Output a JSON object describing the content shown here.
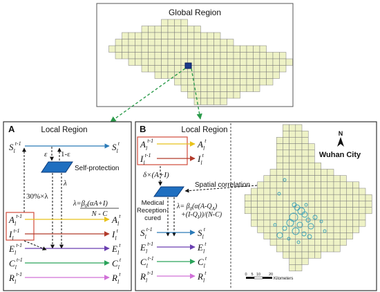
{
  "global": {
    "title": "Global Region"
  },
  "panel_a": {
    "letter": "A",
    "title": "Local Region",
    "s_left": "S",
    "s_right": "S",
    "eps": "ε",
    "one_minus_eps": "1-ε",
    "self_protection": "Self-protection",
    "lambda": "λ",
    "thirty": "30%×λ",
    "formula_top": "λ=β",
    "formula_top_sub": "0",
    "formula_top_rest": "(αA+I)",
    "formula_bottom": "N - C",
    "rows": [
      {
        "l": "A",
        "r": "A",
        "color": "#e8c21a"
      },
      {
        "l": "I",
        "r": "I",
        "color": "#b23a2a"
      },
      {
        "l": "E",
        "r": "E",
        "color": "#6a3fb0"
      },
      {
        "l": "C",
        "r": "C",
        "color": "#2aa35a"
      },
      {
        "l": "R",
        "r": "R",
        "color": "#d070d8"
      }
    ],
    "sup_prev": "t-1",
    "sup_cur": "t",
    "sub": "l"
  },
  "panel_b": {
    "letter": "B",
    "title": "Local Region",
    "delta": "δ×(A+I)",
    "spatial": "Spatial correlation",
    "medical": "Medical",
    "reception": "Reception-",
    "cured": "cured",
    "formula1": "λ= β",
    "formula1_sub": "0",
    "formula1_rest": "(α(A-Q",
    "formula1_sub2": "A",
    "formula1_end": ")",
    "formula2": "+(I-Q",
    "formula2_sub": "I",
    "formula2_end": "))/(N-C)",
    "rows_top": [
      {
        "l": "A",
        "r": "A",
        "color": "#e8c21a"
      },
      {
        "l": "I",
        "r": "I",
        "color": "#b23a2a"
      }
    ],
    "rows_bottom": [
      {
        "l": "S",
        "r": "S",
        "color": "#2a7ab8"
      },
      {
        "l": "E",
        "r": "E",
        "color": "#6a3fb0"
      },
      {
        "l": "C",
        "r": "C",
        "color": "#2aa35a"
      },
      {
        "l": "R",
        "r": "R",
        "color": "#d070d8"
      }
    ]
  },
  "map": {
    "city": "Wuhan City",
    "north": "N",
    "scale_ticks": [
      "0",
      "5",
      "10",
      "20"
    ],
    "scale_unit": "Kilometers"
  },
  "colors": {
    "grid_fill": "#eef2c6",
    "grid_line": "#7a7a7a",
    "arrow_green": "#2a9a4a",
    "box_red": "#d04a3a",
    "para_blue": "#1f6fc0",
    "dark_blue": "#1a3a8a",
    "circle": "#3aa0b8"
  }
}
